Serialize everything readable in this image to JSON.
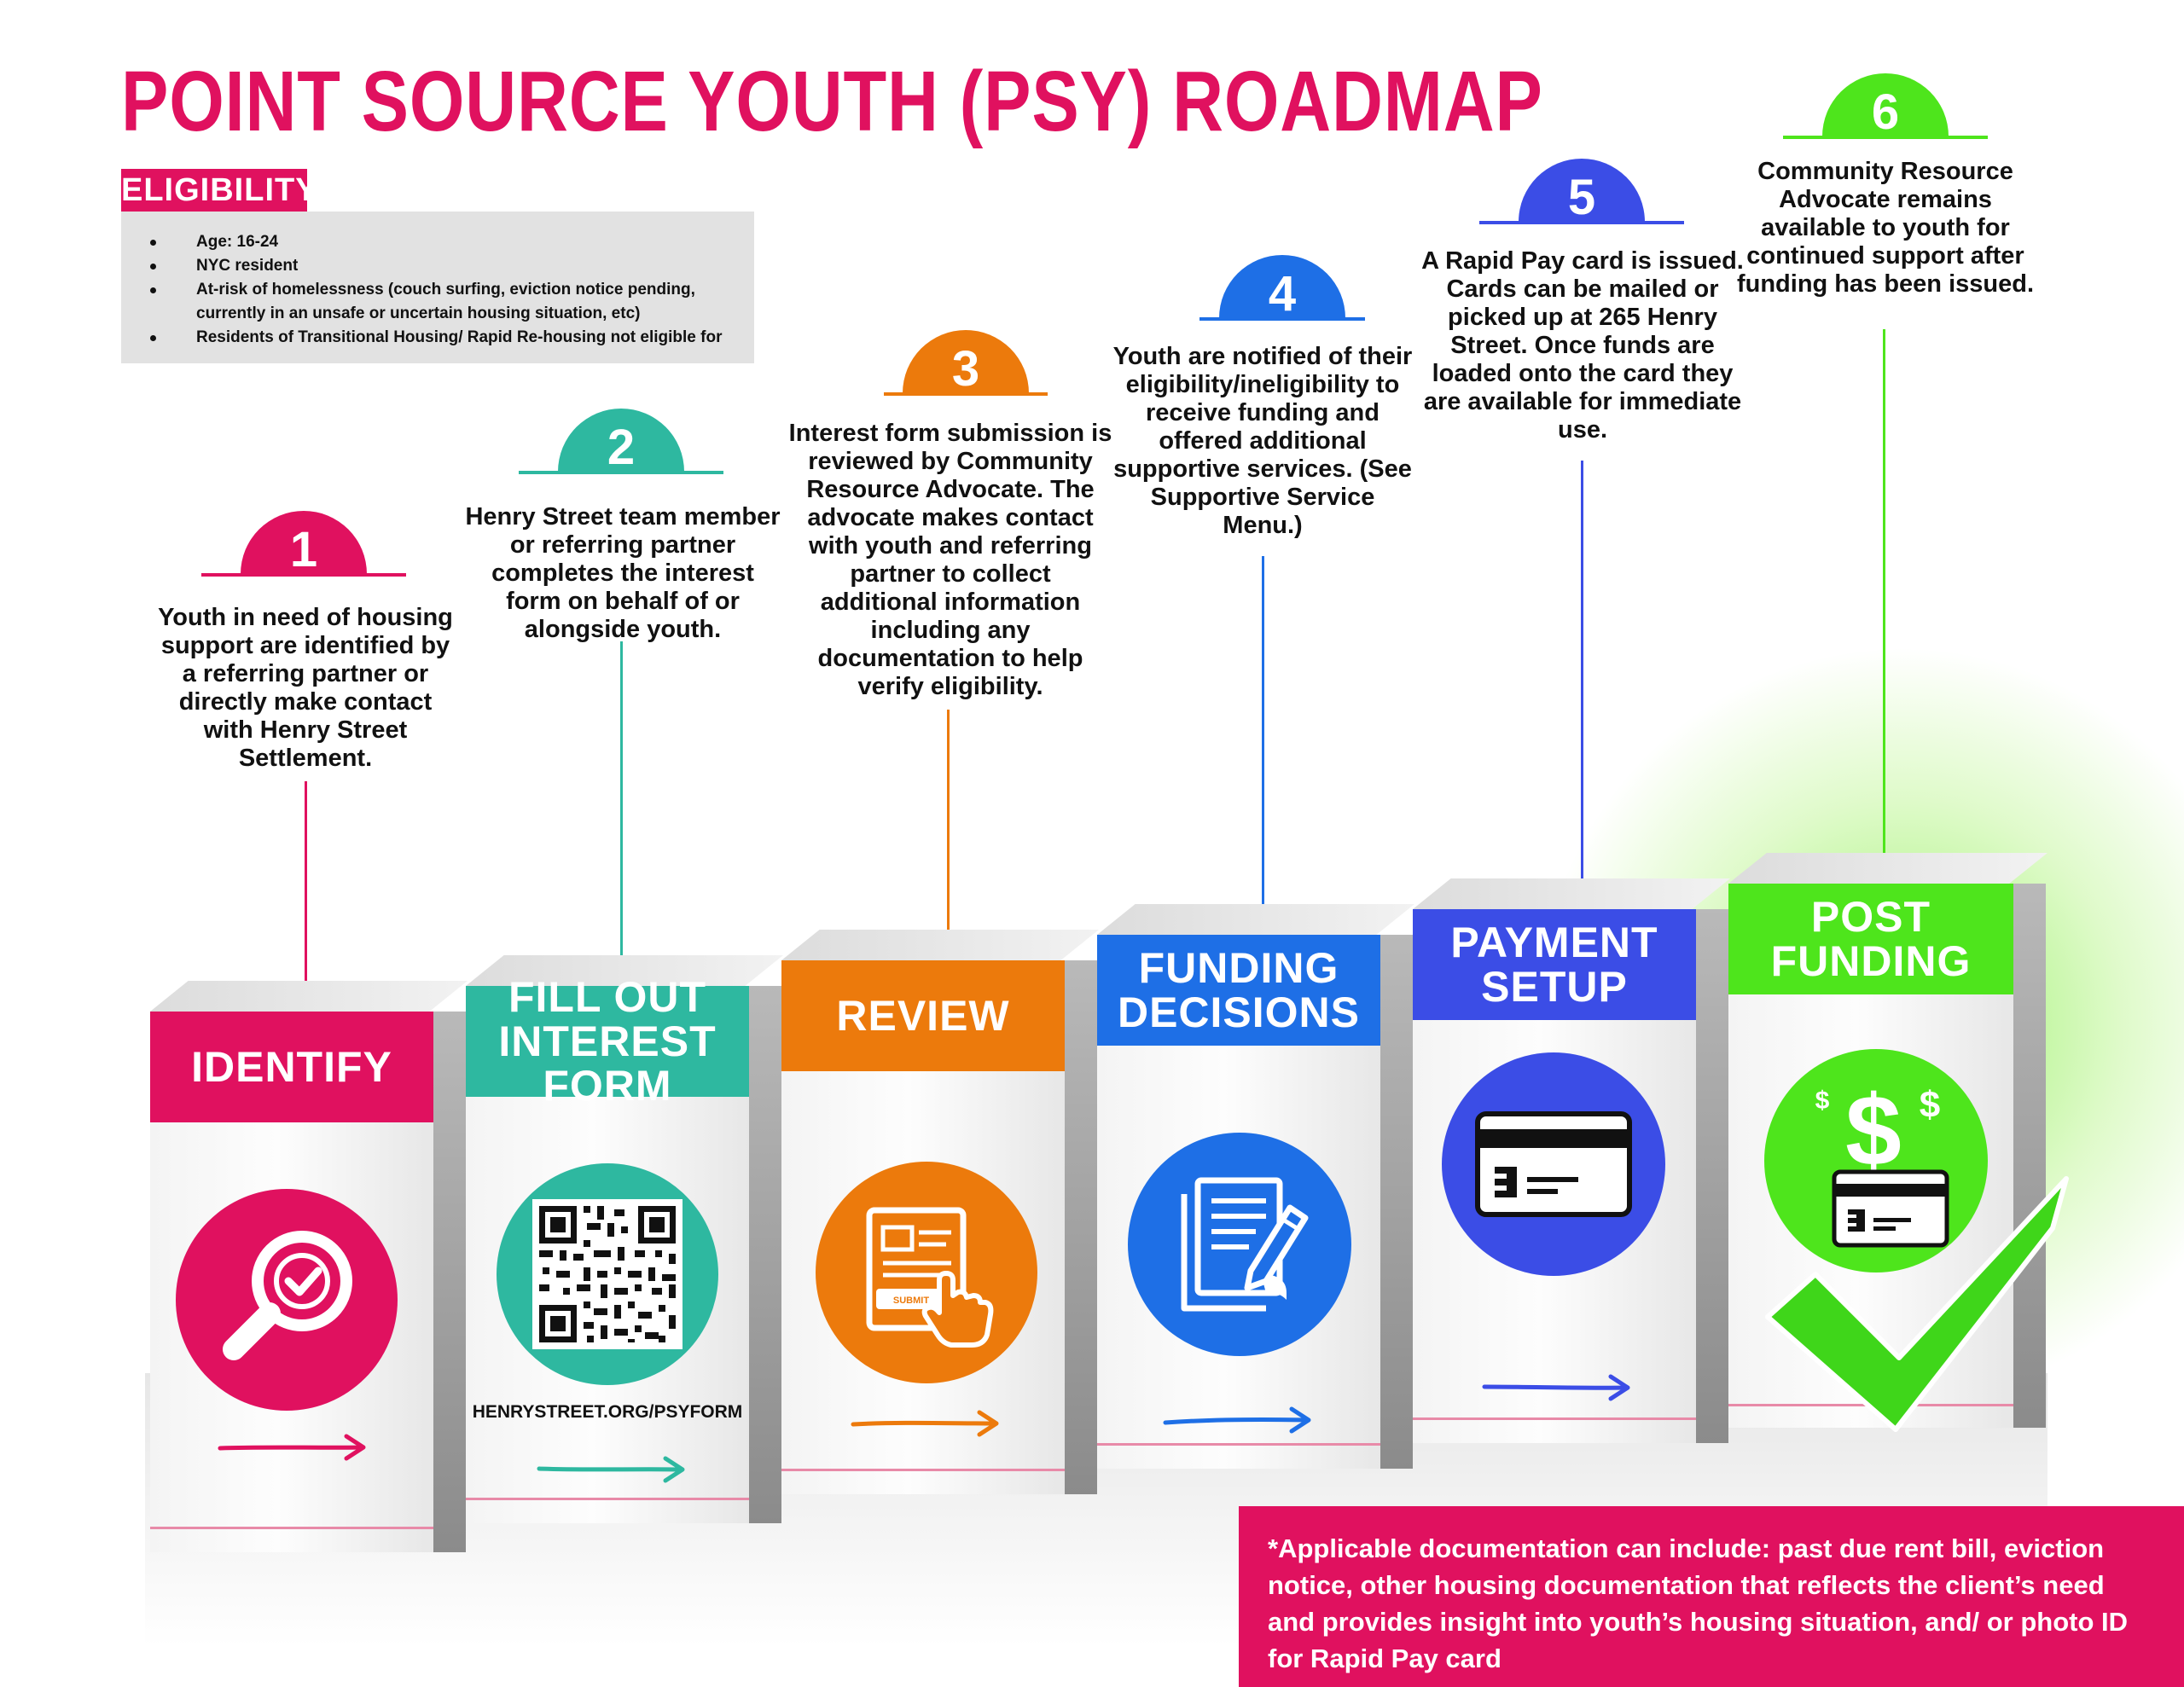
{
  "title": "POINT SOURCE YOUTH (PSY) ROADMAP",
  "eligibility": {
    "label": "ELIGIBILITY",
    "items": [
      "Age: 16-24",
      "NYC resident",
      "At-risk of homelessness (couch surfing, eviction notice pending, currently in an unsafe or uncertain housing situation, etc)",
      "Residents of Transitional Housing/ Rapid Re-housing not eligible for"
    ]
  },
  "steps": [
    {
      "number": "1",
      "name": "IDENTIFY",
      "color": "#e0115f",
      "description": "Youth in need of housing support are identified by a referring partner or directly make contact with Henry Street Settlement.",
      "icon": "magnifier-check-icon"
    },
    {
      "number": "2",
      "name": "FILL OUT INTEREST FORM",
      "color": "#2eb8a0",
      "description": "Henry Street team member or referring partner completes the interest form on behalf of or alongside youth.",
      "icon": "qr-code-icon",
      "url": "HENRYSTREET.ORG/PSYFORM"
    },
    {
      "number": "3",
      "name": "REVIEW",
      "color": "#ec7a0c",
      "description": "Interest form submission is reviewed by Community Resource Advocate. The advocate makes contact with youth and referring partner to collect additional information including any documentation to help verify eligibility.",
      "icon": "form-submit-icon",
      "submit_label": "SUBMIT"
    },
    {
      "number": "4",
      "name": "FUNDING DECISIONS",
      "color": "#1e6fe6",
      "description": "Youth are notified of their eligibility/ineligibility to receive funding and offered additional supportive services. (See Supportive Service Menu.)",
      "icon": "document-pen-icon"
    },
    {
      "number": "5",
      "name": "PAYMENT SETUP",
      "color": "#3b4de6",
      "description": "A Rapid Pay card is issued. Cards can be mailed or picked up at 265 Henry Street. Once funds are loaded onto the card they are available for immediate use.",
      "icon": "credit-card-icon"
    },
    {
      "number": "6",
      "name": "POST FUNDING",
      "color": "#4ee51c",
      "description": "Community Resource Advocate remains available to youth for continued support after funding has been issued.",
      "icon": "dollar-card-icon",
      "dollar": "$"
    }
  ],
  "footnote": "*Applicable documentation can include: past due rent bill, eviction notice, other housing documentation that reflects the client’s need and provides insight into youth’s housing situation, and/ or photo ID for Rapid Pay card"
}
